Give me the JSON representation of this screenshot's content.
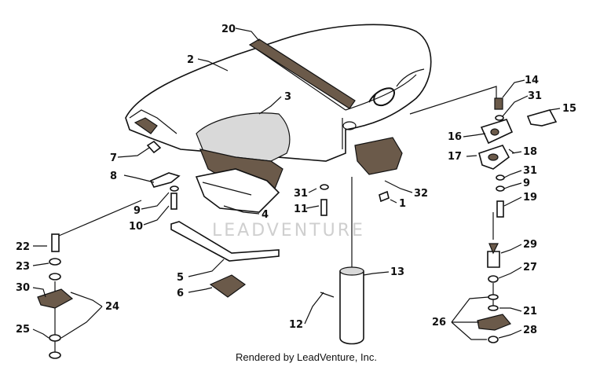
{
  "watermark": "LEADVENTURE",
  "credit": "Rendered by LeadVenture, Inc.",
  "callouts": [
    {
      "id": "c20",
      "text": "20"
    },
    {
      "id": "c2",
      "text": "2"
    },
    {
      "id": "c3",
      "text": "3"
    },
    {
      "id": "c7",
      "text": "7"
    },
    {
      "id": "c8",
      "text": "8"
    },
    {
      "id": "c9a",
      "text": "9"
    },
    {
      "id": "c10",
      "text": "10"
    },
    {
      "id": "c4",
      "text": "4"
    },
    {
      "id": "c31a",
      "text": "31"
    },
    {
      "id": "c11",
      "text": "11"
    },
    {
      "id": "c32",
      "text": "32"
    },
    {
      "id": "c1",
      "text": "1"
    },
    {
      "id": "c14",
      "text": "14"
    },
    {
      "id": "c31b",
      "text": "31"
    },
    {
      "id": "c15",
      "text": "15"
    },
    {
      "id": "c16",
      "text": "16"
    },
    {
      "id": "c17",
      "text": "17"
    },
    {
      "id": "c18",
      "text": "18"
    },
    {
      "id": "c31c",
      "text": "31"
    },
    {
      "id": "c9b",
      "text": "9"
    },
    {
      "id": "c19",
      "text": "19"
    },
    {
      "id": "c29",
      "text": "29"
    },
    {
      "id": "c27",
      "text": "27"
    },
    {
      "id": "c21",
      "text": "21"
    },
    {
      "id": "c26",
      "text": "26"
    },
    {
      "id": "c28",
      "text": "28"
    },
    {
      "id": "c13",
      "text": "13"
    },
    {
      "id": "c12",
      "text": "12"
    },
    {
      "id": "c5",
      "text": "5"
    },
    {
      "id": "c6",
      "text": "6"
    },
    {
      "id": "c22",
      "text": "22"
    },
    {
      "id": "c23",
      "text": "23"
    },
    {
      "id": "c30",
      "text": "30"
    },
    {
      "id": "c24",
      "text": "24"
    },
    {
      "id": "c25",
      "text": "25"
    }
  ]
}
